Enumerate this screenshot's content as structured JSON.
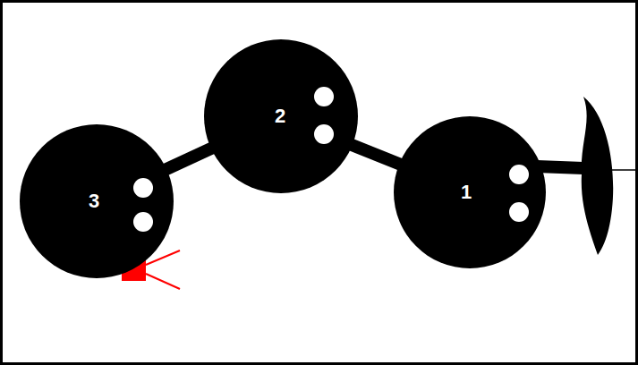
{
  "diagram": {
    "nodes": [
      {
        "text": [
          "3"
        ]
      },
      {
        "text": [
          "2"
        ]
      },
      {
        "text": [
          "1"
        ]
      }
    ],
    "edges": [
      {
        "from": 0,
        "to": 1,
        "arrow": "none"
      },
      {
        "from": 1,
        "to": 2,
        "arrow": "none"
      }
    ]
  }
}
